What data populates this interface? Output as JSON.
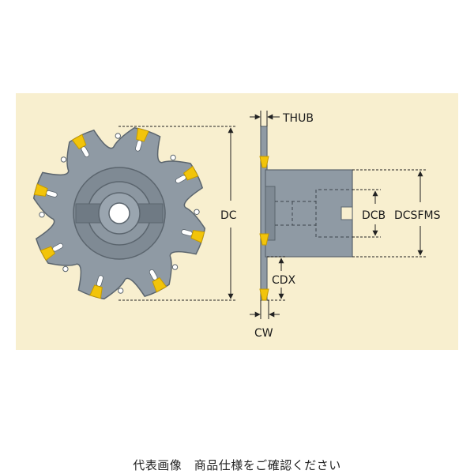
{
  "figure": {
    "labels": {
      "thub": "THUB",
      "dc": "DC",
      "dcb": "DCB",
      "dcsfms": "DCSFMS",
      "cdx": "CDX",
      "cw": "CW"
    },
    "colors": {
      "background_panel": "#f8efcf",
      "cutter_body": "#8f9aa4",
      "cutter_outline": "#5b656e",
      "insert_yellow": "#f2c40a",
      "insert_shadow": "#c49a00",
      "dimension_line": "#222222"
    }
  },
  "caption": "代表画像　商品仕様をご確認ください"
}
